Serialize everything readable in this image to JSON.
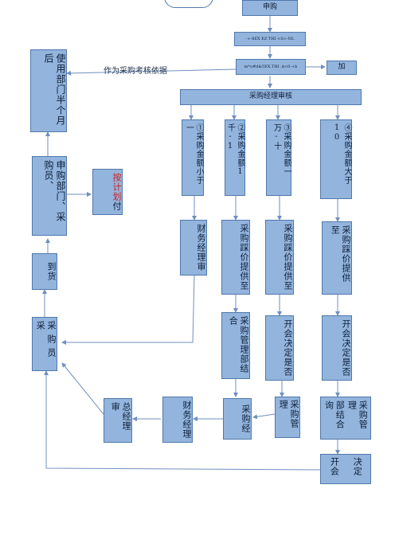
{
  "nodes": {
    "apply": "申购",
    "step2": "-+-8EX EZ THI <S>-NL",
    "step3": "m*u#d&5EX.THI .$<0-+b",
    "side_right": "加",
    "review": "采购经理审核",
    "dept_usage": "使用部门半个月后",
    "dept_buyer": "申购部门、采购员、",
    "pay": {
      "red": "按计划",
      "black": "付"
    },
    "arrival": "到货",
    "buyer_purchase": "采购员采",
    "case1": "①采购金额小于一",
    "case2": "②采购金额1千-1",
    "case3": "③采购金额一万-十",
    "case4": "④采购金额大于10",
    "finance_review": "财务经理审",
    "quote1": "采购踩价提供至",
    "quote2": "采购踩价提供至",
    "quote3": "采购踩价提供至",
    "mgmt_combine": "采购管理部结合",
    "meeting1": "开会决定是否",
    "meeting2": "开会决定是否",
    "purchase_mgmt": "采购管理",
    "purchase_mgr": "采购经",
    "dept_consult": {
      "col1": "部结合询",
      "col2": "采购管理"
    },
    "finance_mgr": "财务经理",
    "gm_review": "总经理审",
    "decision": {
      "col1": "开会",
      "col2": "决定"
    }
  },
  "annotation": "作为采购考核依据"
}
